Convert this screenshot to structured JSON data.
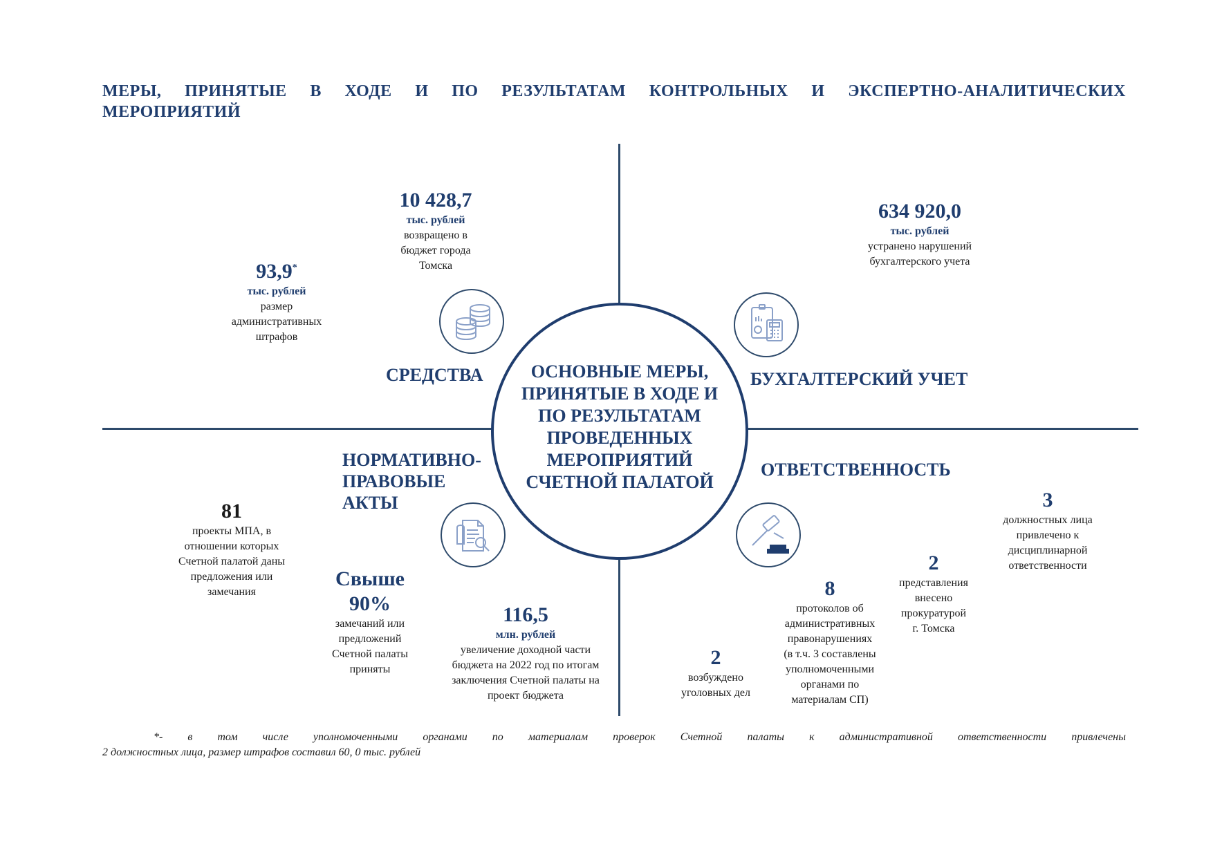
{
  "title": {
    "line1_words": [
      "МЕРЫ,",
      "ПРИНЯТЫЕ",
      "В",
      "ХОДЕ",
      "И",
      "ПО",
      "РЕЗУЛЬТАТАМ",
      "КОНТРОЛЬНЫХ",
      "И",
      "ЭКСПЕРТНО-АНАЛИТИЧЕСКИХ"
    ],
    "line2": "МЕРОПРИЯТИЙ"
  },
  "center": {
    "text_lines": [
      "ОСНОВНЫЕ МЕРЫ,",
      "ПРИНЯТЫЕ В ХОДЕ И",
      "ПО РЕЗУЛЬТАТАМ",
      "ПРОВЕДЕННЫХ",
      "МЕРОПРИЯТИЙ",
      "СЧЕТНОЙ ПАЛАТОЙ"
    ]
  },
  "sections": {
    "funds": "СРЕДСТВА",
    "accounting": "БУХГАЛТЕРСКИЙ УЧЕТ",
    "legal_lines": [
      "НОРМАТИВНО-",
      "ПРАВОВЫЕ",
      "АКТЫ"
    ],
    "responsibility": "ОТВЕТСТВЕННОСТЬ"
  },
  "icons": {
    "funds": "coins-stack-icon",
    "accounting": "calculator-report-icon",
    "legal": "document-magnifier-icon",
    "responsibility": "gavel-icon"
  },
  "stats": {
    "returned": {
      "num": "10 428,7",
      "unit": "тыс. рублей",
      "desc_lines": [
        "возвращено в",
        "бюджет города",
        "Томска"
      ]
    },
    "fines": {
      "num": "93,9",
      "sup": "*",
      "unit": "тыс. рублей",
      "desc_lines": [
        "размер",
        "административных",
        "штрафов"
      ]
    },
    "accounting": {
      "num": "634 920,0",
      "unit": "тыс. рублей",
      "desc_lines": [
        "устранено нарушений",
        "бухгалтерского учета"
      ]
    },
    "mpa": {
      "num": "81",
      "desc_lines": [
        "проекты МПА, в",
        "отношении которых",
        "Счетной палатой даны",
        "предложения или",
        "замечания"
      ]
    },
    "over90": {
      "num_lines": [
        "Свыше",
        "90%"
      ],
      "desc_lines": [
        "замечаний или",
        "предложений",
        "Счетной палаты",
        "приняты"
      ]
    },
    "income": {
      "num": "116,5",
      "unit": "млн. рублей",
      "desc_lines": [
        "увеличение доходной части",
        "бюджета на 2022 год по итогам",
        "заключения Счетной палаты на",
        "проект бюджета"
      ]
    },
    "officials": {
      "num": "3",
      "desc_lines": [
        "должностных лица",
        "привлечено к",
        "дисциплинарной",
        "ответственности"
      ]
    },
    "representations": {
      "num": "2",
      "desc_lines": [
        "представления",
        "внесено",
        "прокуратурой",
        "г. Томска"
      ]
    },
    "protocols": {
      "num": "8",
      "desc_lines": [
        "протоколов об",
        "административных",
        "правонарушениях",
        "(в т.ч. 3 составлены",
        "уполномоченными",
        "органами по",
        "материалам СП)"
      ]
    },
    "criminal": {
      "num": "2",
      "desc_lines": [
        "возбуждено",
        "уголовных дел"
      ]
    }
  },
  "footnote": {
    "line1_words": [
      "*-",
      "в",
      "том",
      "числе",
      "уполномоченными",
      "органами",
      "по",
      "материалам",
      "проверок",
      "Счетной",
      "палаты",
      "к",
      "административной",
      "ответственности",
      "привлечены"
    ],
    "line2": "2 должностных лица, размер штрафов составил 60, 0 тыс. рублей"
  },
  "colors": {
    "primary": "#1f3d6e",
    "line": "#2e4a6b",
    "icon": "#8aa0c8"
  }
}
